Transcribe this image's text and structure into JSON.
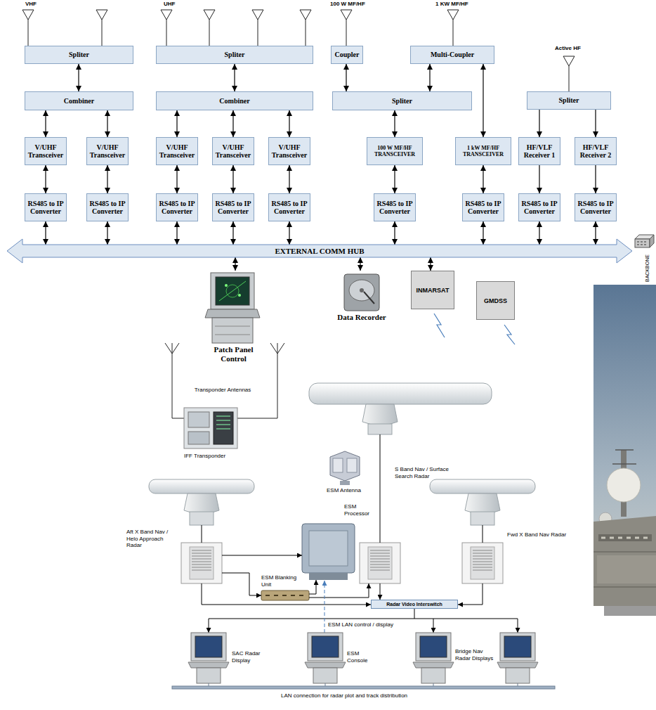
{
  "diagram": {
    "nodes": [
      {
        "text": [
          "Spliter"
        ]
      },
      {
        "text": [
          "Spliter"
        ]
      },
      {
        "text": [
          "Coupler"
        ]
      },
      {
        "text": [
          "Multi-Coupler"
        ]
      },
      {
        "text": [
          "Combiner"
        ]
      },
      {
        "text": [
          "Combiner"
        ]
      },
      {
        "text": [
          "Spliter"
        ]
      },
      {
        "text": [
          "Spliter"
        ]
      },
      {
        "text": [
          "V/UHF Transceiver"
        ]
      },
      {
        "text": [
          "V/UHF Transceiver"
        ]
      },
      {
        "text": [
          "V/UHF Transceiver"
        ]
      },
      {
        "text": [
          "V/UHF Transceiver"
        ]
      },
      {
        "text": [
          "V/UHF Transceiver"
        ]
      },
      {
        "text": [
          "100 W MF/HF TRANSCEIVER"
        ]
      },
      {
        "text": [
          "1 kW MF/HF TRANSCEIVER"
        ]
      },
      {
        "text": [
          "HF/VLF Receiver 1"
        ]
      },
      {
        "text": [
          "HF/VLF Receiver 2"
        ]
      },
      {
        "text": [
          "RS485 to IP Converter"
        ]
      },
      {
        "text": [
          "RS485 to IP Converter"
        ]
      },
      {
        "text": [
          "RS485 to IP Converter"
        ]
      },
      {
        "text": [
          "RS485 to IP Converter"
        ]
      },
      {
        "text": [
          "RS485 to IP Converter"
        ]
      },
      {
        "text": [
          "RS485 to IP Converter"
        ]
      },
      {
        "text": [
          "RS485 to IP Converter"
        ]
      },
      {
        "text": [
          "RS485 to IP Converter"
        ]
      },
      {
        "text": [
          "RS485 to IP Converter"
        ]
      },
      {
        "text": [
          "EXTERNAL COMM HUB"
        ]
      },
      {
        "text": [
          "Patch Panel Control"
        ]
      },
      {
        "text": [
          "Data Recorder"
        ]
      },
      {
        "text": [
          "INMARSAT"
        ]
      },
      {
        "text": [
          "GMDSS"
        ]
      },
      {
        "text": [
          "Radar Video Interswitch"
        ]
      }
    ],
    "edges": [
      {
        "from": 0,
        "to": 4,
        "arrow": "both"
      },
      {
        "from": 1,
        "to": 5,
        "arrow": "both"
      },
      {
        "from": 2,
        "to": 6,
        "arrow": "both"
      },
      {
        "from": 3,
        "to": 6,
        "arrow": "both"
      },
      {
        "from": 3,
        "to": 14,
        "arrow": "both"
      },
      {
        "from": 4,
        "to": 8,
        "arrow": "both"
      },
      {
        "from": 4,
        "to": 9,
        "arrow": "both"
      },
      {
        "from": 5,
        "to": 10,
        "arrow": "both"
      },
      {
        "from": 5,
        "to": 11,
        "arrow": "both"
      },
      {
        "from": 5,
        "to": 12,
        "arrow": "both"
      },
      {
        "from": 6,
        "to": 13,
        "arrow": "both"
      },
      {
        "from": 7,
        "to": 15,
        "arrow": "to"
      },
      {
        "from": 7,
        "to": 16,
        "arrow": "to"
      },
      {
        "from": 8,
        "to": 17,
        "arrow": "both"
      },
      {
        "from": 9,
        "to": 18,
        "arrow": "both"
      },
      {
        "from": 10,
        "to": 19,
        "arrow": "both"
      },
      {
        "from": 11,
        "to": 20,
        "arrow": "both"
      },
      {
        "from": 12,
        "to": 21,
        "arrow": "both"
      },
      {
        "from": 13,
        "to": 22,
        "arrow": "both"
      },
      {
        "from": 14,
        "to": 23,
        "arrow": "both"
      },
      {
        "from": 15,
        "to": 24,
        "arrow": "to"
      },
      {
        "from": 16,
        "to": 25,
        "arrow": "to"
      },
      {
        "from": 17,
        "to": 26,
        "arrow": "both"
      },
      {
        "from": 18,
        "to": 26,
        "arrow": "both"
      },
      {
        "from": 19,
        "to": 26,
        "arrow": "both"
      },
      {
        "from": 20,
        "to": 26,
        "arrow": "both"
      },
      {
        "from": 21,
        "to": 26,
        "arrow": "both"
      },
      {
        "from": 22,
        "to": 26,
        "arrow": "both"
      },
      {
        "from": 23,
        "to": 26,
        "arrow": "both"
      },
      {
        "from": 24,
        "to": 26,
        "arrow": "both"
      },
      {
        "from": 25,
        "to": 26,
        "arrow": "both"
      },
      {
        "from": 26,
        "to": 27,
        "arrow": "both"
      },
      {
        "from": 26,
        "to": 28,
        "arrow": "both"
      },
      {
        "from": 26,
        "to": 29,
        "arrow": "both"
      }
    ],
    "labels": [
      "VHF",
      "UHF",
      "100 W MF/HF",
      "1 KW MF/HF",
      "Active HF",
      "BACKBONE",
      "Transponder Antennas",
      "IFF Transponder",
      "S Band Nav / Surface Search Radar",
      "ESM Antenna",
      "ESM Processor",
      "Aft X Band Nav / Helo Approach Radar",
      "Fwd X Band Nav Radar",
      "ESM Blanking Unit",
      "ESM LAN control / display",
      "SAC Radar Display",
      "ESM Console",
      "Bridge Nav Radar Displays",
      "LAN connection for radar plot and track distribution"
    ]
  }
}
